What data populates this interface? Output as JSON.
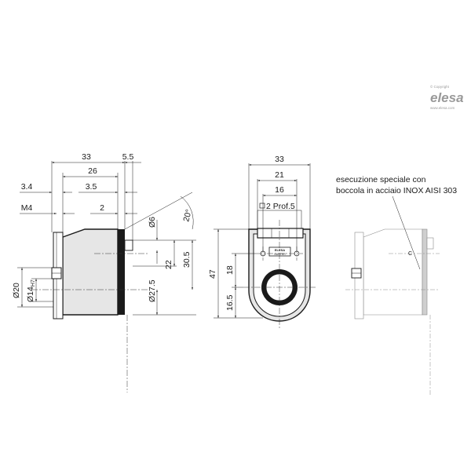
{
  "brand": {
    "copyright": "© Copyright",
    "logo": "elesa",
    "url": "www.elesa.com"
  },
  "side_view": {
    "dims": {
      "d33": "33",
      "d5_5": "5.5",
      "d26": "26",
      "d3_4": "3.4",
      "d3_5": "3.5",
      "dM4": "M4",
      "d2": "2",
      "d20deg": "20°",
      "d6": "Ø6",
      "d22": "22",
      "d30_5": "30.5",
      "d27_5": "Ø27.5",
      "d20": "Ø20",
      "d14": "Ø14",
      "d14_tol": "H7"
    }
  },
  "front_view": {
    "dims": {
      "d33": "33",
      "d21": "21",
      "d16": "16",
      "d_prof": "2 Prof.5",
      "d47": "47",
      "d18": "18",
      "d16_5": "16.5"
    },
    "label_line1": "ELESA",
    "label_line2": "GANTER"
  },
  "special_view": {
    "note_line1": "esecuzione speciale con",
    "note_line2": "boccola in acciaio INOX AISI 303"
  }
}
